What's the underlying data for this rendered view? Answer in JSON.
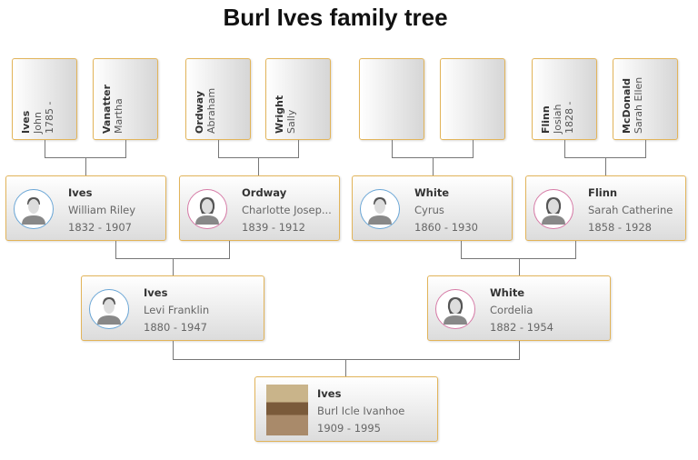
{
  "title": "Burl Ives family tree",
  "great_grandparents": [
    {
      "surname": "Ives",
      "given": "John",
      "dates": "1785 -"
    },
    {
      "surname": "Vanatter",
      "given": "Martha",
      "dates": ""
    },
    {
      "surname": "Ordway",
      "given": "Abraham",
      "dates": ""
    },
    {
      "surname": "Wright",
      "given": "Sally",
      "dates": ""
    },
    {
      "surname": "",
      "given": "",
      "dates": ""
    },
    {
      "surname": "",
      "given": "",
      "dates": ""
    },
    {
      "surname": "Flinn",
      "given": "Josiah",
      "dates": "1828 -"
    },
    {
      "surname": "McDonald",
      "given": "Sarah Ellen",
      "dates": ""
    }
  ],
  "grandparents": [
    {
      "surname": "Ives",
      "given": "William Riley",
      "dates": "1832 - 1907",
      "gender": "male"
    },
    {
      "surname": "Ordway",
      "given": "Charlotte Josep...",
      "dates": "1839 - 1912",
      "gender": "female"
    },
    {
      "surname": "White",
      "given": "Cyrus",
      "dates": "1860 - 1930",
      "gender": "male"
    },
    {
      "surname": "Flinn",
      "given": "Sarah Catherine",
      "dates": "1858 - 1928",
      "gender": "female"
    }
  ],
  "parents": [
    {
      "surname": "Ives",
      "given": "Levi Franklin",
      "dates": "1880 - 1947",
      "gender": "male"
    },
    {
      "surname": "White",
      "given": "Cordelia",
      "dates": "1882 - 1954",
      "gender": "female"
    }
  ],
  "subject": {
    "surname": "Ives",
    "given": "Burl Icle Ivanhoe",
    "dates": "1909 - 1995"
  }
}
